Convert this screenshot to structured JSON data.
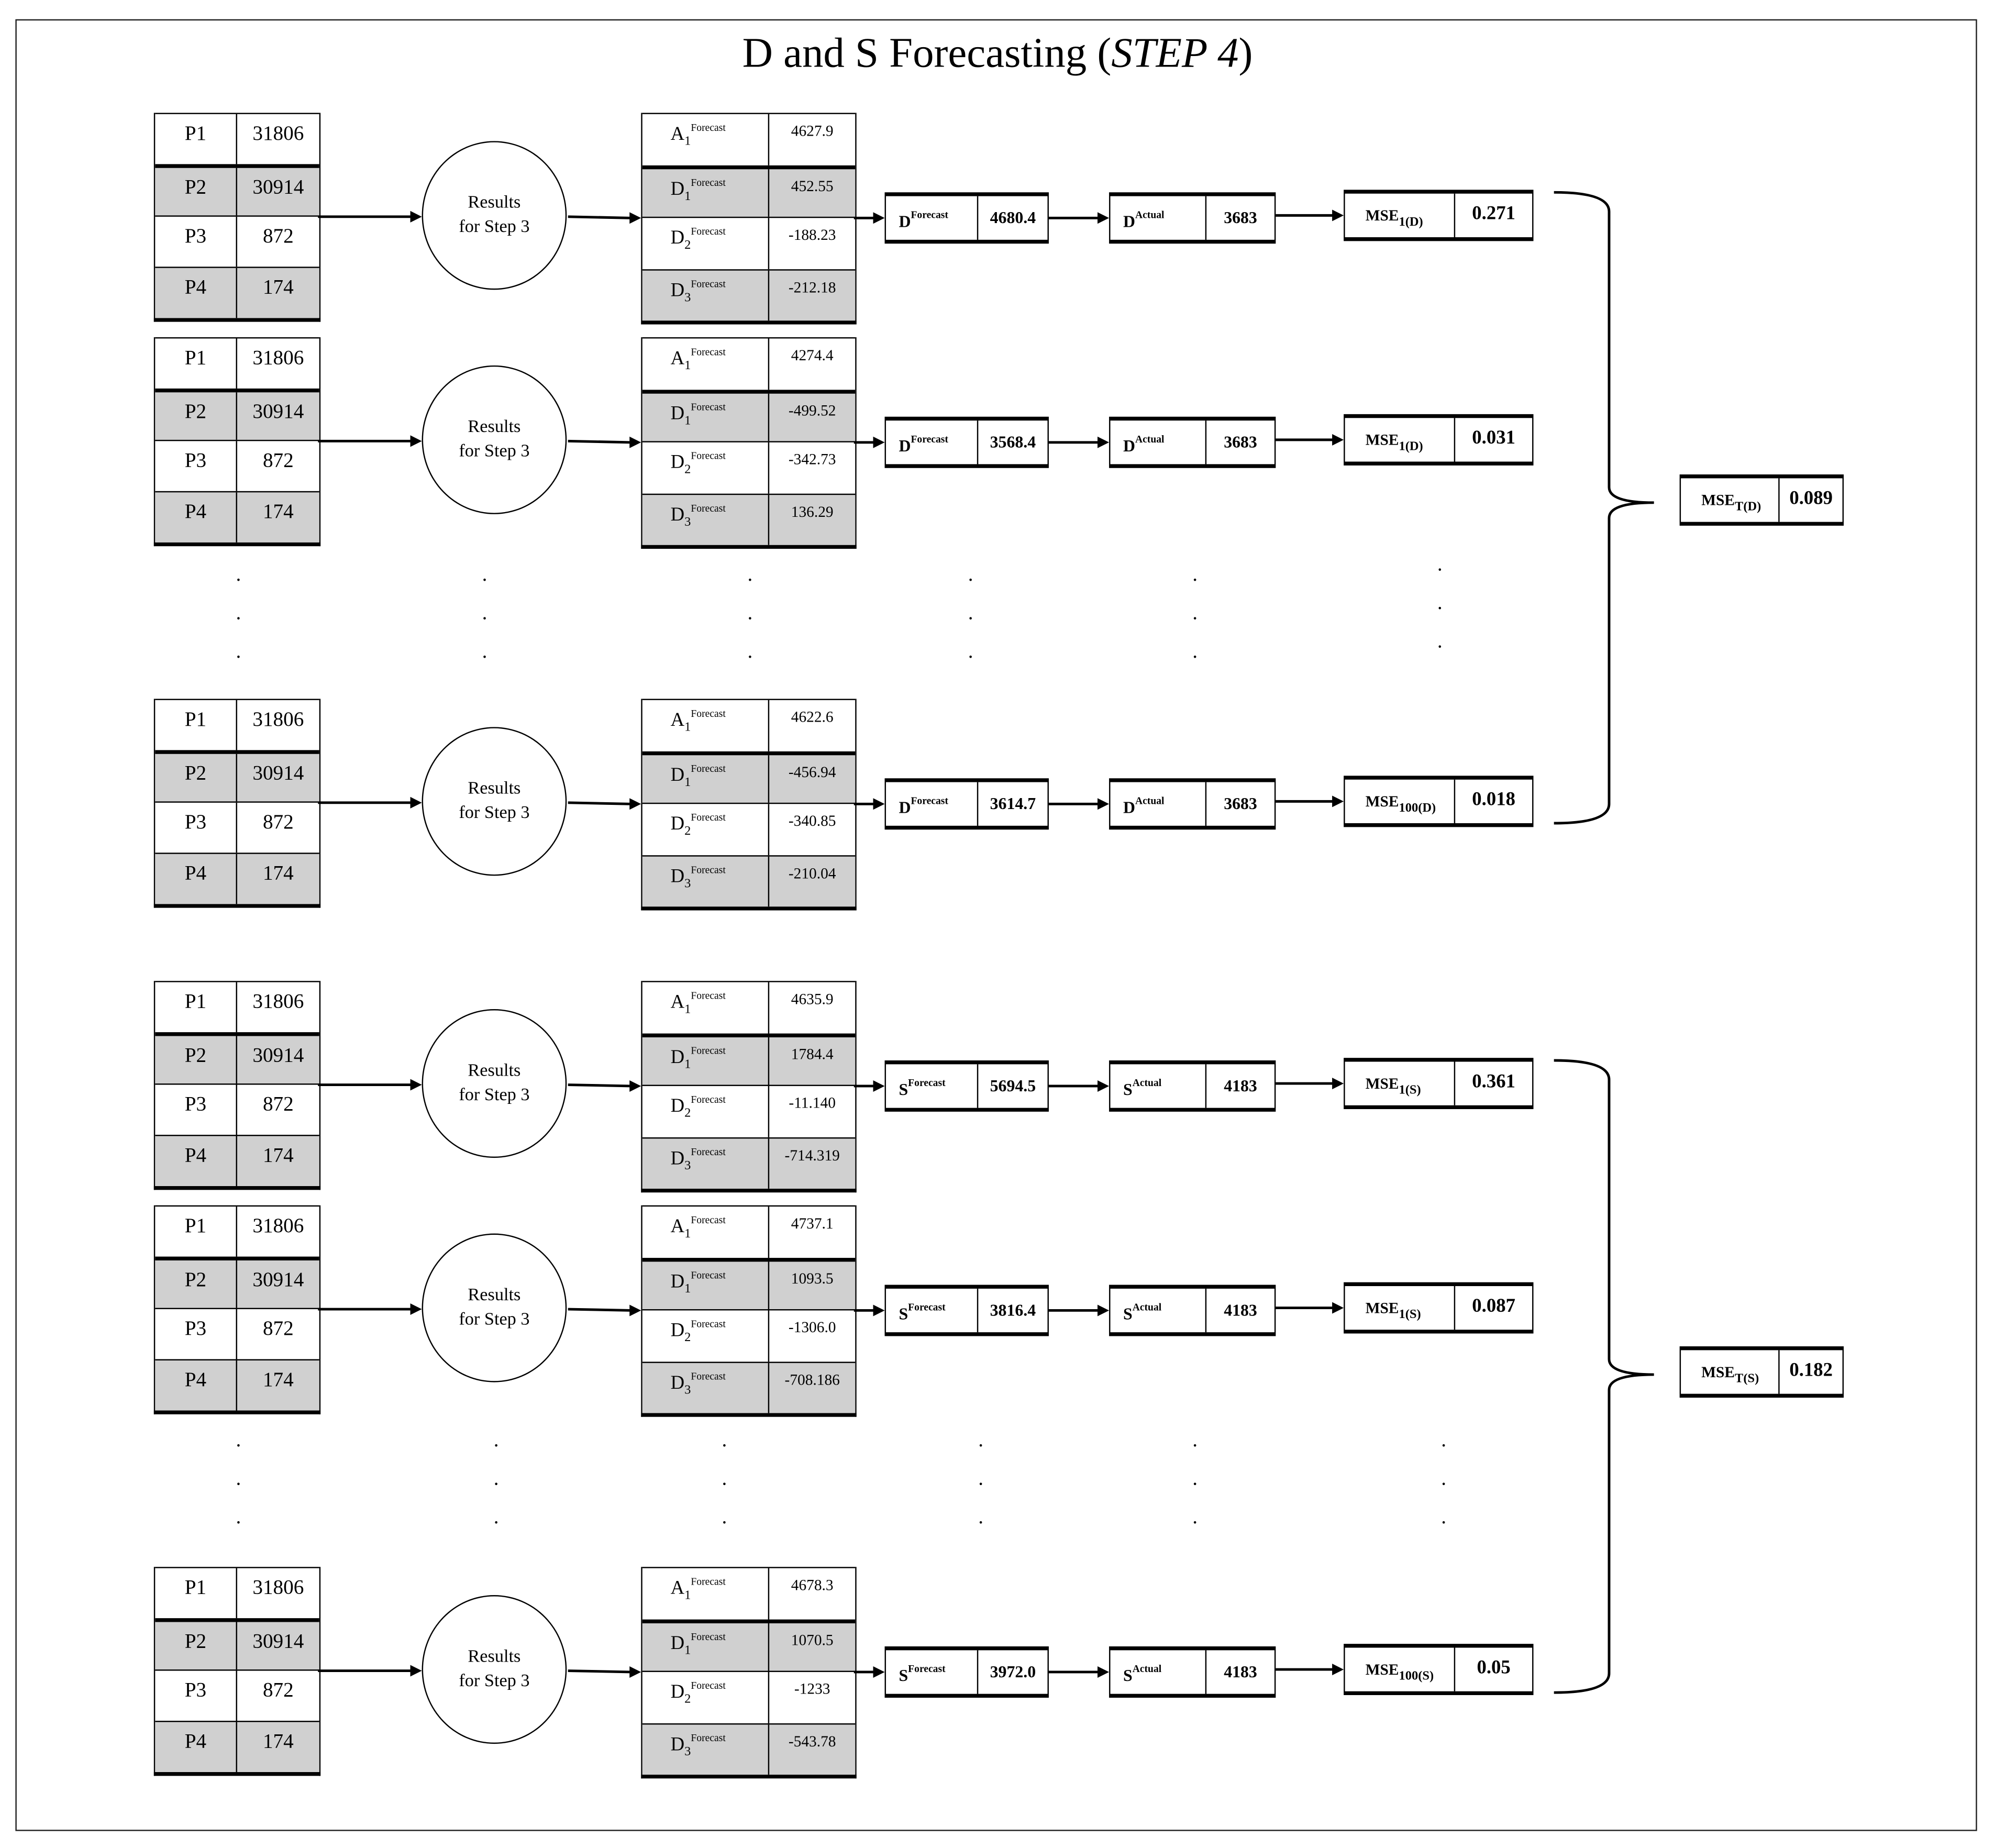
{
  "title": {
    "prefix": "D and S Forecasting (",
    "italic": "STEP 4",
    "suffix": ")"
  },
  "circle_label": {
    "line1": "Results",
    "line2": "for Step 3"
  },
  "panels": [
    {
      "inputs": [
        {
          "label": "P1",
          "value": "31806"
        },
        {
          "label": "P2",
          "value": "30914"
        },
        {
          "label": "P3",
          "value": "872"
        },
        {
          "label": "P4",
          "value": "174"
        }
      ],
      "forecast_rows": [
        {
          "sym": "A",
          "sub": "1",
          "sup": "Forecast",
          "value": "4627.9"
        },
        {
          "sym": "D",
          "sub": "1",
          "sup": "Forecast",
          "value": "452.55"
        },
        {
          "sym": "D",
          "sub": "2",
          "sup": "Forecast",
          "value": "-188.23"
        },
        {
          "sym": "D",
          "sub": "3",
          "sup": "Forecast",
          "value": "-212.18"
        }
      ],
      "forecast": {
        "sym": "D",
        "sup": "Forecast",
        "value": "4680.4"
      },
      "actual": {
        "sym": "D",
        "sup": "Actual",
        "value": "3683"
      },
      "mse": {
        "sym": "MSE",
        "sub": "1(D)",
        "value": "0.271"
      }
    },
    {
      "inputs": [
        {
          "label": "P1",
          "value": "31806"
        },
        {
          "label": "P2",
          "value": "30914"
        },
        {
          "label": "P3",
          "value": "872"
        },
        {
          "label": "P4",
          "value": "174"
        }
      ],
      "forecast_rows": [
        {
          "sym": "A",
          "sub": "1",
          "sup": "Forecast",
          "value": "4274.4"
        },
        {
          "sym": "D",
          "sub": "1",
          "sup": "Forecast",
          "value": "-499.52"
        },
        {
          "sym": "D",
          "sub": "2",
          "sup": "Forecast",
          "value": "-342.73"
        },
        {
          "sym": "D",
          "sub": "3",
          "sup": "Forecast",
          "value": "136.29"
        }
      ],
      "forecast": {
        "sym": "D",
        "sup": "Forecast",
        "value": "3568.4"
      },
      "actual": {
        "sym": "D",
        "sup": "Actual",
        "value": "3683"
      },
      "mse": {
        "sym": "MSE",
        "sub": "1(D)",
        "value": "0.031"
      }
    },
    {
      "inputs": [
        {
          "label": "P1",
          "value": "31806"
        },
        {
          "label": "P2",
          "value": "30914"
        },
        {
          "label": "P3",
          "value": "872"
        },
        {
          "label": "P4",
          "value": "174"
        }
      ],
      "forecast_rows": [
        {
          "sym": "A",
          "sub": "1",
          "sup": "Forecast",
          "value": "4622.6"
        },
        {
          "sym": "D",
          "sub": "1",
          "sup": "Forecast",
          "value": "-456.94"
        },
        {
          "sym": "D",
          "sub": "2",
          "sup": "Forecast",
          "value": "-340.85"
        },
        {
          "sym": "D",
          "sub": "3",
          "sup": "Forecast",
          "value": "-210.04"
        }
      ],
      "forecast": {
        "sym": "D",
        "sup": "Forecast",
        "value": "3614.7"
      },
      "actual": {
        "sym": "D",
        "sup": "Actual",
        "value": "3683"
      },
      "mse": {
        "sym": "MSE",
        "sub": "100(D)",
        "value": "0.018"
      }
    },
    {
      "inputs": [
        {
          "label": "P1",
          "value": "31806"
        },
        {
          "label": "P2",
          "value": "30914"
        },
        {
          "label": "P3",
          "value": "872"
        },
        {
          "label": "P4",
          "value": "174"
        }
      ],
      "forecast_rows": [
        {
          "sym": "A",
          "sub": "1",
          "sup": "Forecast",
          "value": "4635.9"
        },
        {
          "sym": "D",
          "sub": "1",
          "sup": "Forecast",
          "value": "1784.4"
        },
        {
          "sym": "D",
          "sub": "2",
          "sup": "Forecast",
          "value": "-11.140"
        },
        {
          "sym": "D",
          "sub": "3",
          "sup": "Forecast",
          "value": "-714.319"
        }
      ],
      "forecast": {
        "sym": "S",
        "sup": "Forecast",
        "value": "5694.5"
      },
      "actual": {
        "sym": "S",
        "sup": "Actual",
        "value": "4183"
      },
      "mse": {
        "sym": "MSE",
        "sub": "1(S)",
        "value": "0.361"
      }
    },
    {
      "inputs": [
        {
          "label": "P1",
          "value": "31806"
        },
        {
          "label": "P2",
          "value": "30914"
        },
        {
          "label": "P3",
          "value": "872"
        },
        {
          "label": "P4",
          "value": "174"
        }
      ],
      "forecast_rows": [
        {
          "sym": "A",
          "sub": "1",
          "sup": "Forecast",
          "value": "4737.1"
        },
        {
          "sym": "D",
          "sub": "1",
          "sup": "Forecast",
          "value": "1093.5"
        },
        {
          "sym": "D",
          "sub": "2",
          "sup": "Forecast",
          "value": "-1306.0"
        },
        {
          "sym": "D",
          "sub": "3",
          "sup": "Forecast",
          "value": "-708.186"
        }
      ],
      "forecast": {
        "sym": "S",
        "sup": "Forecast",
        "value": "3816.4"
      },
      "actual": {
        "sym": "S",
        "sup": "Actual",
        "value": "4183"
      },
      "mse": {
        "sym": "MSE",
        "sub": "1(S)",
        "value": "0.087"
      }
    },
    {
      "inputs": [
        {
          "label": "P1",
          "value": "31806"
        },
        {
          "label": "P2",
          "value": "30914"
        },
        {
          "label": "P3",
          "value": "872"
        },
        {
          "label": "P4",
          "value": "174"
        }
      ],
      "forecast_rows": [
        {
          "sym": "A",
          "sub": "1",
          "sup": "Forecast",
          "value": "4678.3"
        },
        {
          "sym": "D",
          "sub": "1",
          "sup": "Forecast",
          "value": "1070.5"
        },
        {
          "sym": "D",
          "sub": "2",
          "sup": "Forecast",
          "value": "-1233"
        },
        {
          "sym": "D",
          "sub": "3",
          "sup": "Forecast",
          "value": "-543.78"
        }
      ],
      "forecast": {
        "sym": "S",
        "sup": "Forecast",
        "value": "3972.0"
      },
      "actual": {
        "sym": "S",
        "sup": "Actual",
        "value": "4183"
      },
      "mse": {
        "sym": "MSE",
        "sub": "100(S)",
        "value": "0.05"
      }
    }
  ],
  "totals": [
    {
      "sym": "MSE",
      "sub": "T(D)",
      "value": "0.089"
    },
    {
      "sym": "MSE",
      "sub": "T(S)",
      "value": "0.182"
    }
  ],
  "ellipsis": "."
}
